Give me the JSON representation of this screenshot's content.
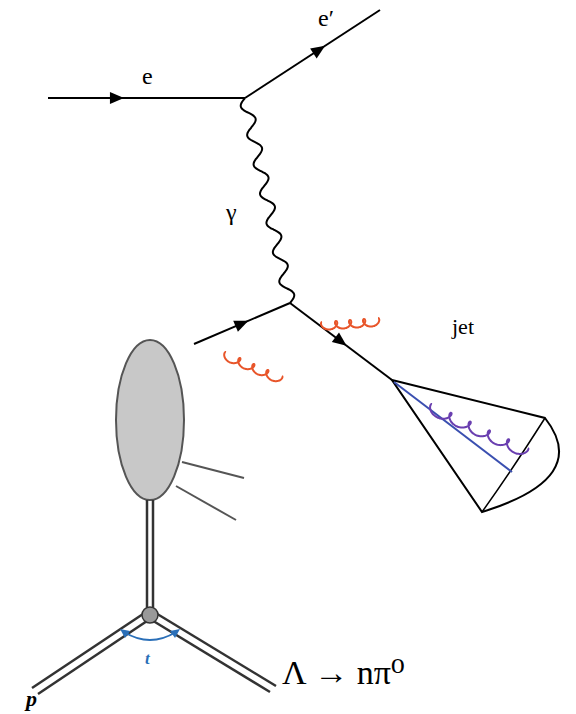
{
  "diagram": {
    "labels": [
      "e",
      "e′",
      "γ",
      "jet",
      "t",
      "p",
      "Λ → nπ⁰"
    ]
  }
}
